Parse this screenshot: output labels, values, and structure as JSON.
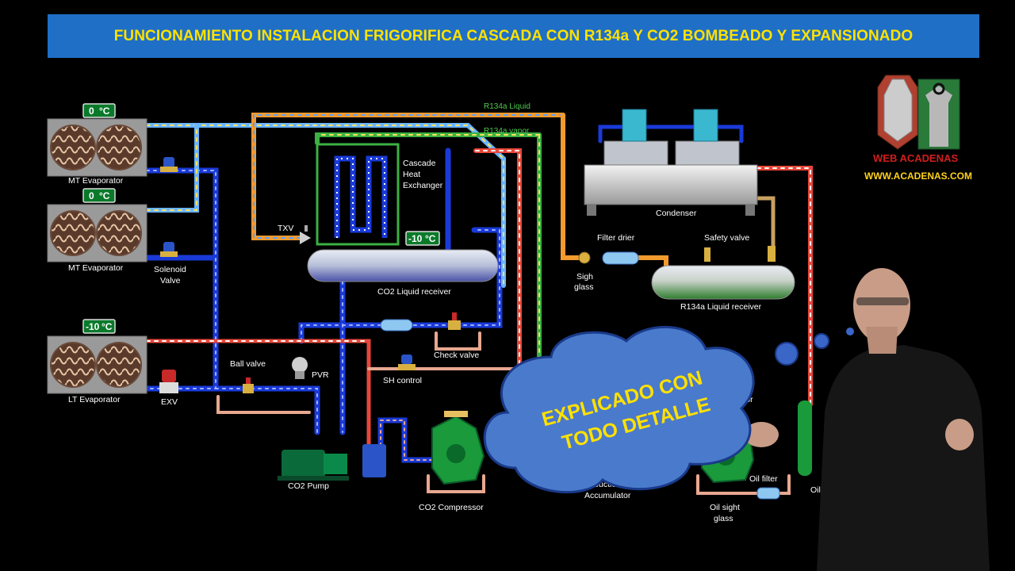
{
  "banner": {
    "title": "FUNCIONAMIENTO INSTALACION FRIGORIFICA CASCADA CON R134a Y CO2 BOMBEADO Y EXPANSIONADO"
  },
  "temps": {
    "mt1": "0",
    "mt2": "0",
    "lt": "-10",
    "receiver": "-10",
    "unit": "°C"
  },
  "labels": {
    "mt_evaporator_1": "MT Evaporator",
    "mt_evaporator_2": "MT Evaporator",
    "lt_evaporator": "LT Evaporator",
    "solenoid": "Solenoid",
    "valve": "Valve",
    "exv": "EXV",
    "ball_valve": "Ball valve",
    "pvr": "PVR",
    "co2_pump": "CO2 Pump",
    "txv": "TXV",
    "cascade1": "Cascade",
    "cascade2": "Heat",
    "cascade3": "Exchanger",
    "co2_receiver": "CO2 Liquid receiver",
    "check_valve": "Check valve",
    "sh_control": "SH control",
    "co2_compressor": "CO2 Compressor",
    "suction1": "Suction",
    "suction2": "Accumulator",
    "r134a_liquid": "R134a Liquid",
    "r134a_vapor": "R134a vapor",
    "condenser": "Condenser",
    "filter_drier": "Filter drier",
    "safety_valve": "Safety valve",
    "sigh1": "Sigh",
    "sigh2": "glass",
    "r134a_receiver": "R134a Liquid receiver",
    "oil_filter": "Oil filter",
    "oil_sight1": "Oil sight",
    "oil_sight2": "glass",
    "oil_sep": "Oil se",
    "compressor_partial": "sor"
  },
  "brand": {
    "name": "WEB ACADENAS",
    "url": "WWW.ACADENAS.COM"
  },
  "cloud": {
    "line1": "EXPLICADO CON",
    "line2": "TODO DETALLE"
  },
  "colors": {
    "banner": "#1f6fc6",
    "banner_text": "#ffe100",
    "co2_pipe": "#1a3ad8",
    "r134a_liquid": "#f29a2e",
    "r134a_vapor": "#3cb043",
    "discharge": "#e8473a"
  }
}
